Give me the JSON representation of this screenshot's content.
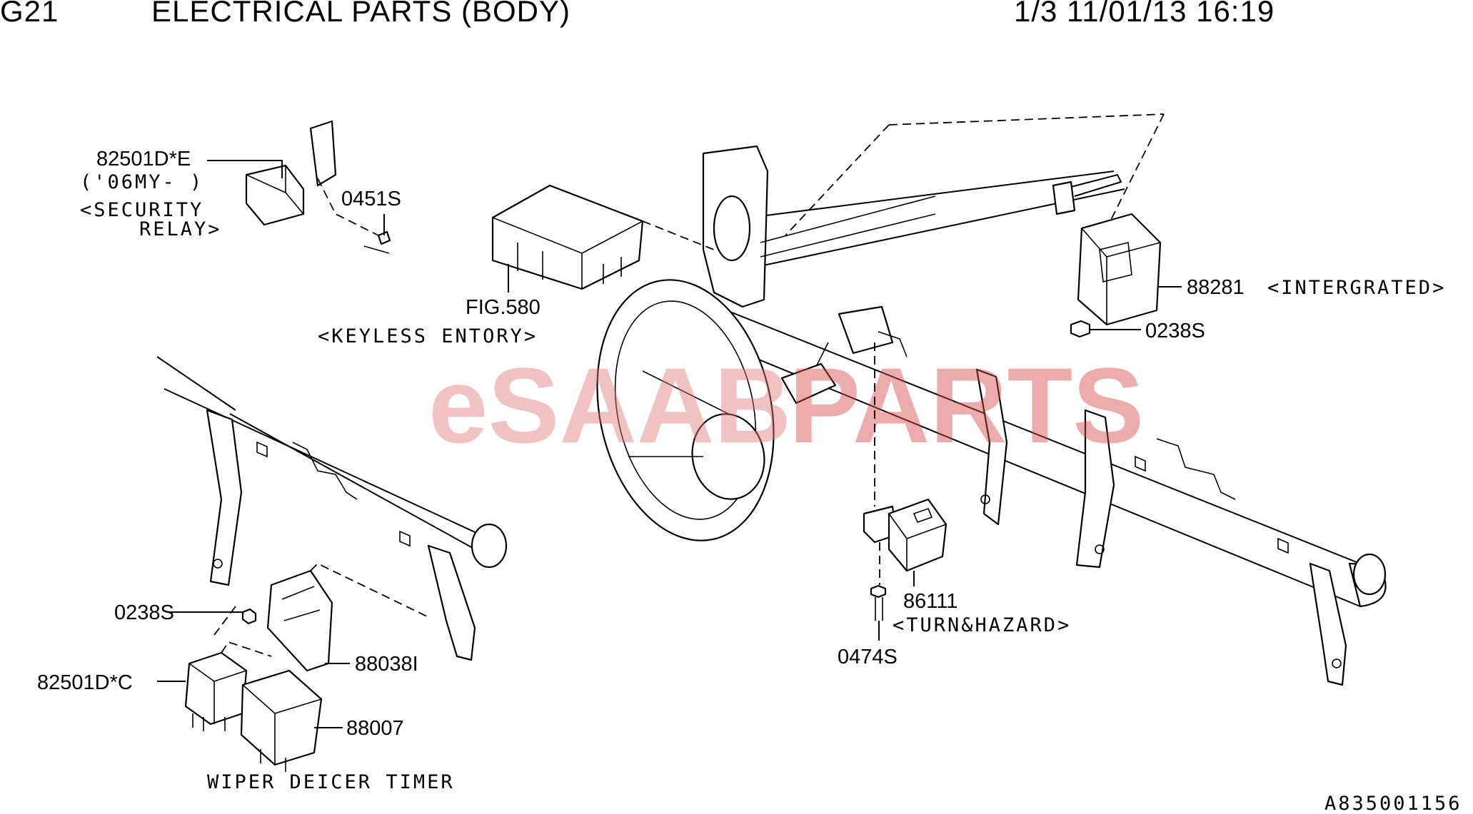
{
  "header": {
    "code": "G21",
    "title": "ELECTRICAL PARTS (BODY)",
    "page_info": "1/3 11/01/13 16:19"
  },
  "watermark": {
    "part1": "eSAAB",
    "part2": "PARTS",
    "color1": "#e07a7a",
    "color2": "#d94a4a"
  },
  "callouts": {
    "c82501DE": {
      "number": "82501D*E",
      "note1": "('06MY-  )",
      "note2": "<SECURITY",
      "note3": "RELAY>"
    },
    "c0451S": {
      "number": "0451S"
    },
    "cFIG580": {
      "number": "FIG.580",
      "note": "<KEYLESS ENTORY>"
    },
    "c88281": {
      "number": "88281",
      "note": "<INTERGRATED>"
    },
    "c0238S_right": {
      "number": "0238S"
    },
    "c0238S_left": {
      "number": "0238S"
    },
    "c88038I": {
      "number": "88038I"
    },
    "c82501DC": {
      "number": "82501D*C"
    },
    "c88007": {
      "number": "88007",
      "note": "WIPER DEICER TIMER"
    },
    "c86111": {
      "number": "86111",
      "note": "<TURN&HAZARD>"
    },
    "c0474S": {
      "number": "0474S"
    }
  },
  "drawing_id": "A835001156"
}
